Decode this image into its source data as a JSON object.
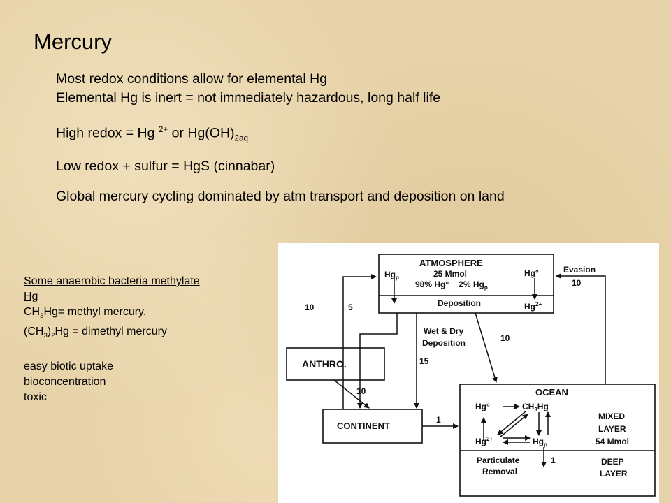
{
  "title": "Mercury",
  "bullets": {
    "l1": "Most redox conditions allow for elemental Hg",
    "l2": "Elemental Hg is inert = not immediately hazardous, long half life",
    "l3_a": "High redox = Hg ",
    "l3_sup": "2+",
    "l3_b": " or Hg(OH)",
    "l3_sub": "2aq",
    "l4": "Low redox + sulfur = HgS (cinnabar)",
    "l5": "Global mercury cycling dominated by atm transport and deposition on land"
  },
  "side": {
    "u1": "Some anaerobic bacteria methylate",
    "u2": "Hg",
    "l3_a": "CH",
    "l3_sub": "3",
    "l3_b": "Hg= methyl mercury,",
    "l4_a": "(CH",
    "l4_sub1": "3",
    "l4_b": ")",
    "l4_sub2": "2",
    "l4_c": "Hg = dimethyl mercury",
    "l5": "easy biotic uptake",
    "l6": "bioconcentration",
    "l7": "toxic"
  },
  "diagram": {
    "atm_title": "ATMOSPHERE",
    "atm_hgp": "Hg",
    "atm_hgp_sub": "p",
    "atm_mmol": "25 Mmol",
    "atm_hgo": "Hg°",
    "atm_pct_a": "98% Hg°",
    "atm_pct_b": "2% Hg",
    "atm_pct_sub": "p",
    "atm_deposition": "Deposition",
    "atm_hg2": "Hg",
    "atm_hg2_sup": "2+",
    "evasion": "Evasion",
    "evasion_val": "10",
    "anthro": "ANTHRO.",
    "continent": "CONTINENT",
    "left_val1": "10",
    "left_val2": "5",
    "wet_dry_1": "Wet & Dry",
    "wet_dry_2": "Deposition",
    "wet_dry_val": "15",
    "ocean_dep_val": "10",
    "anthro_cont_val": "10",
    "cont_ocean_val": "1",
    "ocean_title": "OCEAN",
    "oc_hgo": "Hg°",
    "oc_ch3hg_a": "CH",
    "oc_ch3hg_sub": "3",
    "oc_ch3hg_b": "Hg",
    "oc_hg2": "Hg",
    "oc_hg2_sup": "2+",
    "oc_hgp": "Hg",
    "oc_hgp_sub": "p",
    "mixed_1": "MIXED",
    "mixed_2": "LAYER",
    "mixed_3": "54 Mmol",
    "particulate_1": "Particulate",
    "particulate_2": "Removal",
    "removal_val": "1",
    "deep_1": "DEEP",
    "deep_2": "LAYER"
  }
}
